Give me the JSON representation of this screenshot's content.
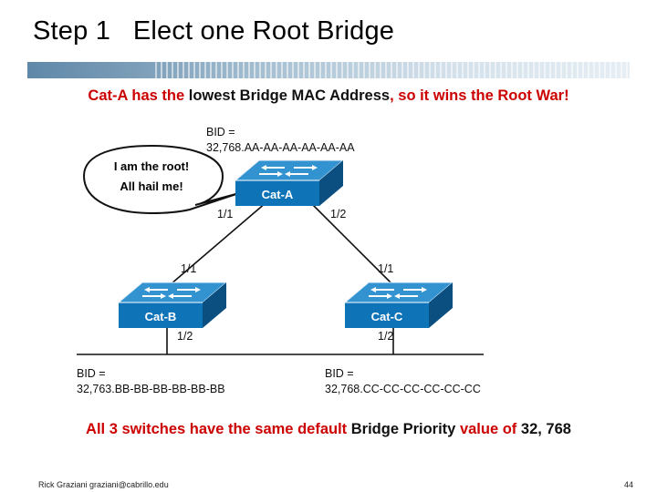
{
  "slide": {
    "title": "Step 1   Elect one Root Bridge",
    "footer_author": "Rick Graziani  graziani@cabrillo.edu",
    "page_number": "44"
  },
  "top_statement": {
    "part1": "Cat-A has the ",
    "part2": "lowest Bridge MAC Address",
    "part3": ", so it wins the Root War!"
  },
  "bottom_statement": {
    "part1": "All 3 switches have the same default ",
    "part2": "Bridge Priority",
    "part3": " value of ",
    "part4": "32, 768"
  },
  "bubble": {
    "line1": "I am the root!",
    "line2": "All hail me!"
  },
  "switches": {
    "a": {
      "name": "Cat-A",
      "bid_label": "BID =",
      "bid_value": "32,768.AA-AA-AA-AA-AA-AA",
      "port_left": "1/1",
      "port_right": "1/2"
    },
    "b": {
      "name": "Cat-B",
      "bid_label": "BID =",
      "bid_value": "32,763.BB-BB-BB-BB-BB-BB",
      "port_top": "1/1",
      "port_bottom": "1/2"
    },
    "c": {
      "name": "Cat-C",
      "bid_label": "BID =",
      "bid_value": "32,768.CC-CC-CC-CC-CC-CC",
      "port_top": "1/1",
      "port_bottom": "1/2"
    }
  },
  "colors": {
    "switch_top": "#2f8fcf",
    "switch_front": "#0f73b8",
    "switch_side": "#0a4f80",
    "highlight_text": "#cc0000"
  }
}
